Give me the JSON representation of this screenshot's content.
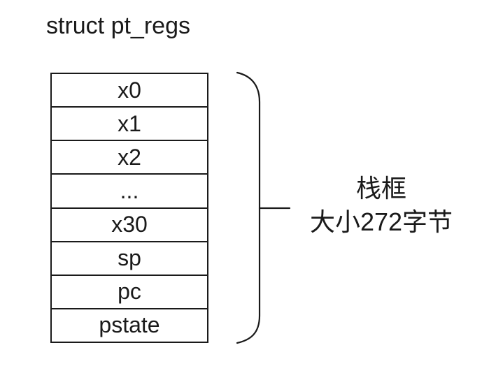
{
  "title": "struct pt_regs",
  "register_table": {
    "rows": [
      "x0",
      "x1",
      "x2",
      "...",
      "x30",
      "sp",
      "pc",
      "pstate"
    ]
  },
  "brace_label": {
    "line1": "栈框",
    "line2": "大小272字节"
  },
  "colors": {
    "ink": "#1a1a1a",
    "background": "#ffffff"
  }
}
